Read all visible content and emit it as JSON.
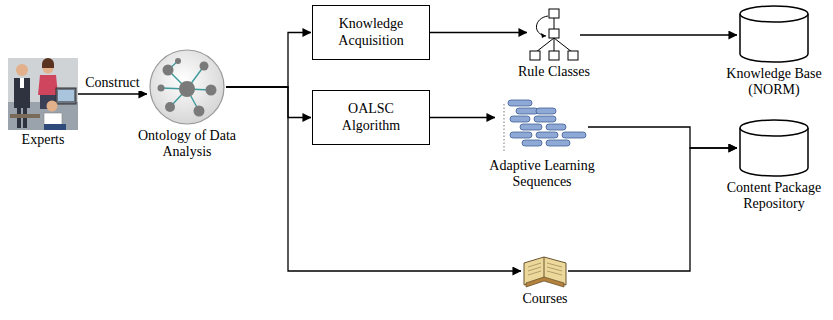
{
  "diagram": {
    "nodes": [
      {
        "text": [
          "Experts"
        ]
      },
      {
        "text": [
          "Ontology of Data Analysis"
        ]
      },
      {
        "text": [
          "Knowledge Acquisition"
        ]
      },
      {
        "text": [
          "OALSC Algorithm"
        ]
      },
      {
        "text": [
          "Rule Classes"
        ]
      },
      {
        "text": [
          "Knowledge Base (NORM)"
        ]
      },
      {
        "text": [
          "Adaptive Learning Sequences"
        ]
      },
      {
        "text": [
          "Content Package Repository"
        ]
      },
      {
        "text": [
          "Courses"
        ]
      }
    ],
    "edges": [
      {
        "from": 0,
        "to": 1,
        "label": "Construct",
        "arrow": "to"
      },
      {
        "from": 1,
        "to": 2,
        "arrow": "to"
      },
      {
        "from": 1,
        "to": 3,
        "arrow": "to"
      },
      {
        "from": 1,
        "to": 8,
        "arrow": "to"
      },
      {
        "from": 2,
        "to": 4,
        "arrow": "to"
      },
      {
        "from": 4,
        "to": 5,
        "arrow": "to"
      },
      {
        "from": 3,
        "to": 6,
        "arrow": "to"
      },
      {
        "from": 6,
        "to": 7,
        "arrow": "to"
      },
      {
        "from": 8,
        "to": 7,
        "arrow": "to"
      }
    ]
  }
}
